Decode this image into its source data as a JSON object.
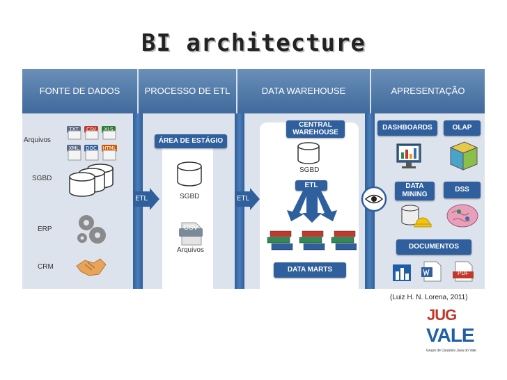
{
  "title": "BI architecture",
  "columns": {
    "fonte": "FONTE DE DADOS",
    "processo": "PROCESSO DE ETL",
    "dw": "DATA WAREHOUSE",
    "apresentacao": "APRESENTAÇÃO"
  },
  "sources": {
    "arquivos": "Arquivos",
    "sgbd": "SGBD",
    "erp": "ERP",
    "crm": "CRM",
    "file_tags": [
      "TXT",
      "CSV",
      "XLS",
      "XML",
      "DOC",
      "HTML"
    ]
  },
  "etl_arrow_1": "ETL",
  "etl_arrow_2": "ETL",
  "staging": {
    "title": "ÁREA DE ESTÁGIO",
    "sgbd": "SGBD",
    "csv": "CSV",
    "arquivos": "Arquivos"
  },
  "warehouse": {
    "central": "CENTRAL\nWAREHOUSE",
    "sgbd": "SGBD",
    "etl": "ETL",
    "data_marts": "DATA MARTS"
  },
  "presentation": {
    "dashboards": "DASHBOARDS",
    "olap": "OLAP",
    "data_mining": "DATA\nMINING",
    "dss": "DSS",
    "documentos": "DOCUMENTOS",
    "pdf": "PDF"
  },
  "credit": "(Luiz H. N. Lorena, 2011)",
  "logo": {
    "line1": "JUG",
    "line2": "VALE",
    "tagline": "Grupo de Usuários Java do Vale"
  },
  "colors": {
    "header": "#4a76a8",
    "bar": "#2f5f9c",
    "body": "#dde3ec"
  }
}
